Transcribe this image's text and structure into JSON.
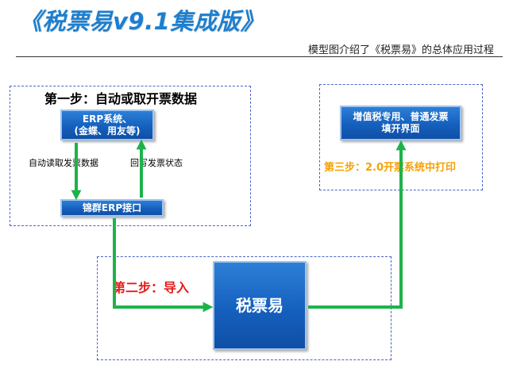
{
  "header": {
    "title": "《税票易v9.1集成版》",
    "subtitle": "模型图介绍了《税票易》的总体应用过程"
  },
  "steps": {
    "step1": "第一步：自动或取开票数据",
    "step2": "第二步：导入",
    "step3": "第三步：2.0开票系统中打印"
  },
  "boxes": {
    "erp_line1": "ERP系统、",
    "erp_line2": "(金蝶、用友等)",
    "jinqun": "锦群ERP接口",
    "shuipiaoyi": "税票易",
    "invoice_line1": "增值税专用、普通发票",
    "invoice_line2": "填开界面"
  },
  "labels": {
    "auto_read": "自动读取发票数据",
    "write_back": "回写发票状态"
  },
  "colors": {
    "title": "#1c7fcf",
    "box_fill": "#1560be",
    "arrow": "#1db34a",
    "step2": "#e61c1c",
    "step3": "#f5a100",
    "dashed_border": "#4a64c8"
  }
}
